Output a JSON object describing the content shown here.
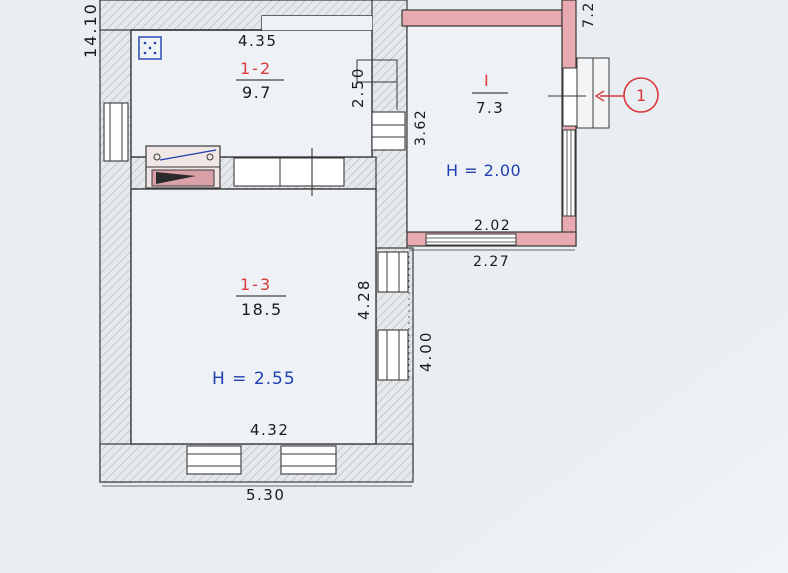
{
  "colors": {
    "paper": "#e9eef3",
    "wall_fill": "#e6e9ec",
    "wall_line": "#3a3a3a",
    "hatch": "#8a8a8a",
    "pink_wall": "#e8a9b0",
    "red_ink": "#d83a3a",
    "blue_ink": "#1f3fb0",
    "black_ink": "#1a1a1a"
  },
  "dimensions": {
    "total_height": "14.10",
    "room12_width": "4.35",
    "room12_depth": "2.50",
    "passage": "3.62",
    "room13_depth": "4.28",
    "ext_side": "4.00",
    "room13_width": "4.32",
    "total_width": "5.30",
    "annex_inner_width": "2.02",
    "annex_outer_width": "2.27",
    "annex_edge": "7.2"
  },
  "rooms": {
    "r12": {
      "id": "1-2",
      "area": "9.7"
    },
    "r13": {
      "id": "1-3",
      "area": "18.5",
      "height": "H = 2.55"
    },
    "annex": {
      "id": "I",
      "area": "7.3",
      "height": "H = 2.00"
    }
  },
  "marker": {
    "number": "1"
  },
  "icons": {
    "appliance": "stove-icon",
    "panel": "electric-panel-icon"
  }
}
